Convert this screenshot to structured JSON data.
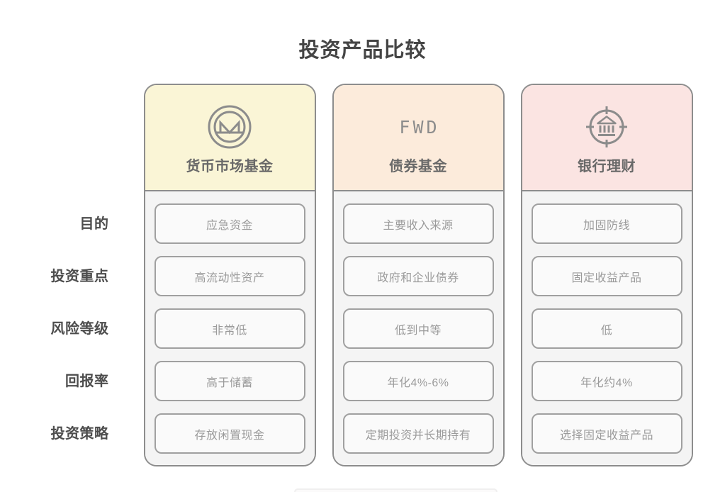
{
  "title": "投资产品比较",
  "row_labels": [
    "目的",
    "投资重点",
    "风险等级",
    "回报率",
    "投资策略"
  ],
  "columns": [
    {
      "name": "货币市场基金",
      "icon": "monero-circle-m-icon",
      "header_bg": "#faf5d6",
      "rows": [
        "应急资金",
        "高流动性资产",
        "非常低",
        "高于储蓄",
        "存放闲置现金"
      ]
    },
    {
      "name": "债券基金",
      "icon_text": "FWD",
      "header_bg": "#fcebdb",
      "rows": [
        "主要收入来源",
        "政府和企业债券",
        "低到中等",
        "年化4%-6%",
        "定期投资并长期持有"
      ]
    },
    {
      "name": "银行理财",
      "icon": "bank-target-icon",
      "header_bg": "#fbe4e2",
      "rows": [
        "加固防线",
        "固定收益产品",
        "低",
        "年化约4%",
        "选择固定收益产品"
      ]
    }
  ],
  "colors": {
    "page_bg": "#ffffff",
    "title_text": "#454545",
    "column_border": "#8d8d8d",
    "header_bg_money_market": "#faf5d6",
    "header_bg_bond_fund": "#fcebdb",
    "header_bg_bank_wealth": "#fbe4e2",
    "body_bg": "#f4f4f4",
    "cell_border": "#a0a0a0",
    "cell_bg": "#fafafa",
    "cell_text": "#9b9b9b",
    "row_label_text": "#4d4d4d",
    "header_title_text": "#696969",
    "icon_stroke": "#8c8c8c"
  },
  "chart_data": {
    "type": "table",
    "title": "投资产品比较",
    "row_headers": [
      "目的",
      "投资重点",
      "风险等级",
      "回报率",
      "投资策略"
    ],
    "column_headers": [
      "货币市场基金",
      "债券基金",
      "银行理财"
    ],
    "cells": [
      [
        "应急资金",
        "主要收入来源",
        "加固防线"
      ],
      [
        "高流动性资产",
        "政府和企业债券",
        "固定收益产品"
      ],
      [
        "非常低",
        "低到中等",
        "低"
      ],
      [
        "高于储蓄",
        "年化4%-6%",
        "年化约4%"
      ],
      [
        "存放闲置现金",
        "定期投资并长期持有",
        "选择固定收益产品"
      ]
    ]
  }
}
